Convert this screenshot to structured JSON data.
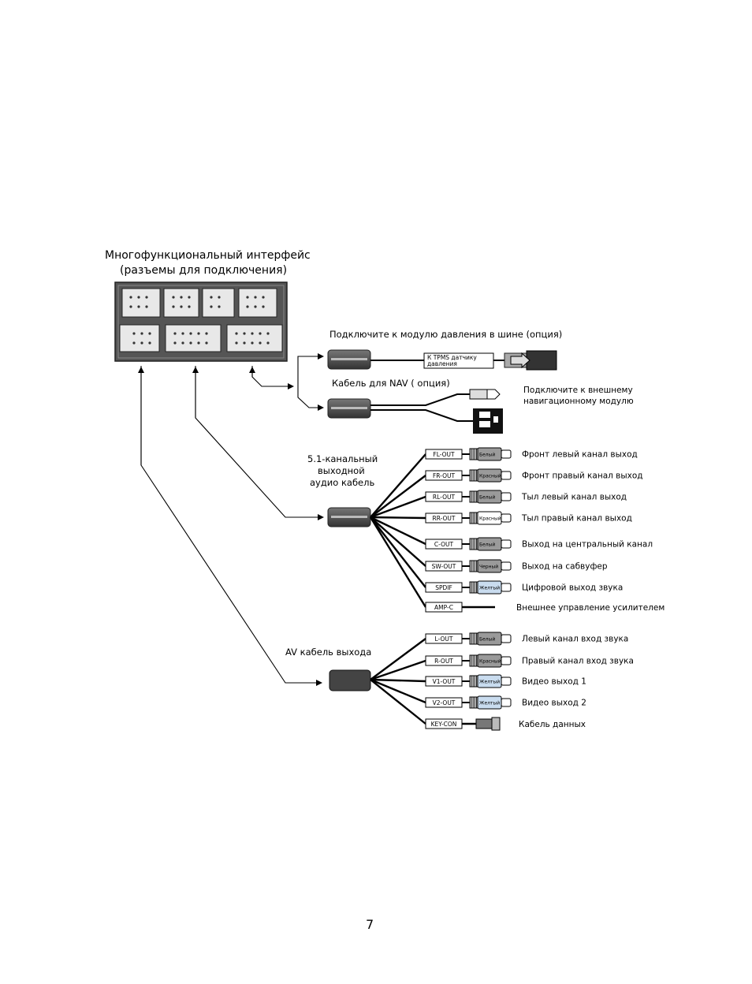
{
  "panel": {
    "title_line1": "Многофункциональный интерфейс",
    "title_line2": "(разъемы для подключения)"
  },
  "tpms": {
    "title": "Подключите  к модулю  давления   в шине  (опция)",
    "tag_line1": "К TPMS   датчику",
    "tag_line2": "давления"
  },
  "nav": {
    "title": "Кабель для    NAV    ( опция)",
    "desc_line1": "Подключите к внешнему",
    "desc_line2": "навигационному модулю"
  },
  "audio51": {
    "title_line1": "5.1-канальный",
    "title_line2": "выходной",
    "title_line3": "аудио кабель",
    "outputs": [
      {
        "tag": "FL-OUT",
        "color_label": "Белый",
        "color": "#9a9a9a",
        "desc": "Фронт левый канал выход"
      },
      {
        "tag": "FR-OUT",
        "color_label": "Красный",
        "color": "#9a9a9a",
        "desc": "Фронт правый канал выход"
      },
      {
        "tag": "RL-OUT",
        "color_label": "Белый",
        "color": "#9a9a9a",
        "desc": "Тыл левый канал выход"
      },
      {
        "tag": "RR-OUT",
        "color_label": "Красный",
        "color": "#ffffff",
        "desc": "Тыл правый канал выход"
      },
      {
        "tag": "C-OUT",
        "color_label": "Белый",
        "color": "#9a9a9a",
        "desc": "Выход на центральный канал"
      },
      {
        "tag": "SW-OUT",
        "color_label": "Черный",
        "color": "#9a9a9a",
        "desc": "Выход   на сабвуфер"
      },
      {
        "tag": "SPDIF",
        "color_label": "Желтый",
        "color": "#c9dcef",
        "desc": "Цифровой выход звука"
      }
    ],
    "amp": {
      "tag": "AMP-C",
      "desc": "Внешнее   управление усилителем"
    }
  },
  "av": {
    "title": "AV кабель выхода",
    "outputs": [
      {
        "tag": "L-OUT",
        "color_label": "Белый",
        "color": "#9a9a9a",
        "desc": "Левый канал вход звука"
      },
      {
        "tag": "R-OUT",
        "color_label": "Красный",
        "color": "#9a9a9a",
        "desc": "Правый канал вход звука"
      },
      {
        "tag": "V1-OUT",
        "color_label": "Желтый",
        "color": "#c9dcef",
        "desc": "Видео выход 1"
      },
      {
        "tag": "V2-OUT",
        "color_label": "Желтый",
        "color": "#c9dcef",
        "desc": "Видео  выход  2"
      }
    ],
    "key": {
      "tag": "KEY-CON",
      "desc": "Кабель данных"
    }
  },
  "page_number": "7"
}
